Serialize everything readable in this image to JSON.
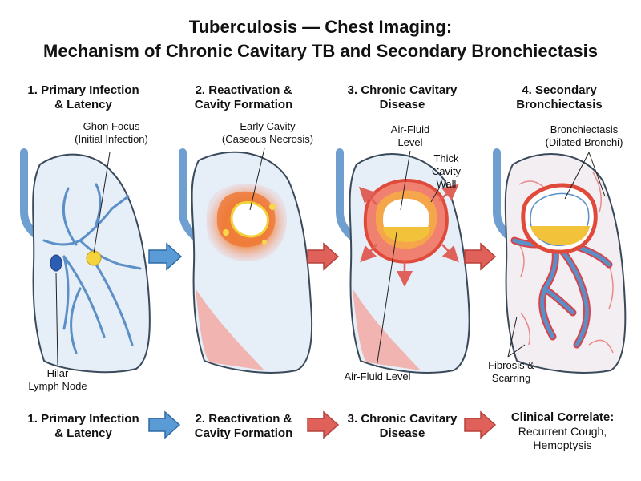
{
  "title": {
    "line1": "Tuberculosis — Chest Imaging:",
    "line2": "Mechanism of Chronic Cavitary TB and Secondary Bronchiectasis"
  },
  "stages": [
    {
      "heading_line1": "1. Primary Infection",
      "heading_line2": "& Latency"
    },
    {
      "heading_line1": "2. Reactivation &",
      "heading_line2": "Cavity Formation"
    },
    {
      "heading_line1": "3. Chronic Cavitary",
      "heading_line2": "Disease"
    },
    {
      "heading_line1": "4. Secondary",
      "heading_line2": "Bronchiectasis"
    }
  ],
  "labels": {
    "ghon_line1": "Ghon Focus",
    "ghon_line2": "(Initial Infection)",
    "hilar_line1": "Hilar",
    "hilar_line2": "Lymph Node",
    "early_cavity_line1": "Early Cavity",
    "early_cavity_line2": "(Caseous Necrosis)",
    "air_fluid_top_line1": "Air-Fluid",
    "air_fluid_top_line2": "Level",
    "thick_wall_line1": "Thick",
    "thick_wall_line2": "Cavity",
    "thick_wall_line3": "Wall",
    "air_fluid_bottom": "Air-Fluid Level",
    "bronchiectasis_line1": "Bronchiectasis",
    "bronchiectasis_line2": "(Dilated Bronchi)",
    "fibrosis_line1": "Fibrosis &",
    "fibrosis_line2": "Scarring"
  },
  "footer": {
    "items": [
      {
        "line1": "1. Primary Infection",
        "line2": "& Latency"
      },
      {
        "line1": "2. Reactivation &",
        "line2": "Cavity Formation"
      },
      {
        "line1": "3. Chronic Cavitary",
        "line2": "Disease"
      }
    ],
    "clinical_title": "Clinical Correlate:",
    "clinical_line1": "Recurrent Cough,",
    "clinical_line2": "Hemoptysis"
  },
  "colors": {
    "bronchus": "#6f9fd0",
    "lung_fill": "#e6eef7",
    "lung_stroke": "#3a4a5a",
    "inflamed": "#ea5a4a",
    "caseous": "#f2d23a",
    "fluid": "#f2c33a",
    "arrow_blue": "#5b9bd5",
    "arrow_red": "#e0605a"
  }
}
